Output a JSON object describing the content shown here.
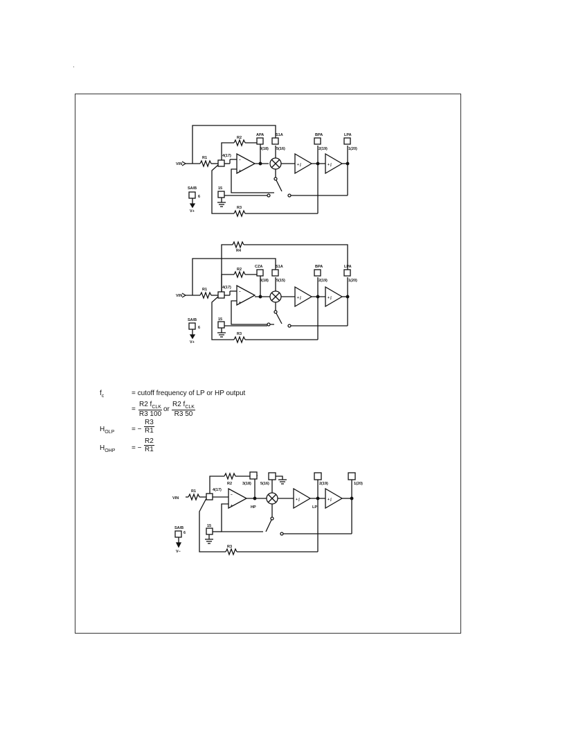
{
  "diagram1": {
    "labels": {
      "vin": "VIN",
      "r1": "R1",
      "r2": "R2",
      "r3": "R3",
      "ap": "APA",
      "s1": "S1A",
      "bp": "BPA",
      "lp": "LPA",
      "pin4": "4(17)",
      "pin3": "3(18)",
      "pin5": "5(16)",
      "pin2": "2(19)",
      "pin1": "1(20)",
      "pin15": "15",
      "sab": "SA/B",
      "pin6": "6",
      "vminus": "V+"
    }
  },
  "diagram2": {
    "labels": {
      "vin": "VIN",
      "r1": "R1",
      "r2": "R2",
      "r3": "R3",
      "r4": "R4",
      "cz": "CZA",
      "s1": "S1A",
      "bp": "BPA",
      "lp": "LPA",
      "pin4": "4(17)",
      "pin3": "3(18)",
      "pin5": "5(15)",
      "pin2": "2(19)",
      "pin1": "1(20)",
      "pin15": "15",
      "sab": "SA/B",
      "pin6": "6",
      "vminus": "V+"
    }
  },
  "equations": {
    "fc_symbol": "f",
    "fc_sub": "c",
    "fc_def": "= cutoff frequency of LP or HP output",
    "eq_sign": "=",
    "num1": "R2 f",
    "clk": "CLK",
    "den1": "R3 100",
    "or": "or",
    "num2": "R2 f",
    "den2": "R3 50",
    "holp_sym": "H",
    "holp_sub": "OLP",
    "holp_eq": "= −",
    "holp_num": "R3",
    "holp_den": "R1",
    "hohp_sym": "H",
    "hohp_sub": "OHP",
    "hohp_eq": "= −",
    "hohp_num": "R2",
    "hohp_den": "R1"
  },
  "diagram3": {
    "labels": {
      "vin": "VIN",
      "r1": "R1",
      "r2": "R2",
      "r3": "R3",
      "pin4": "4(17)",
      "pin3": "3(18)",
      "pin5": "5(16)",
      "pin2": "2(19)",
      "pin1": "1(20)",
      "hp": "HP",
      "lp": "LP",
      "pin15": "15",
      "sab": "SA/B",
      "pin6": "6",
      "vminus": "V−"
    }
  }
}
